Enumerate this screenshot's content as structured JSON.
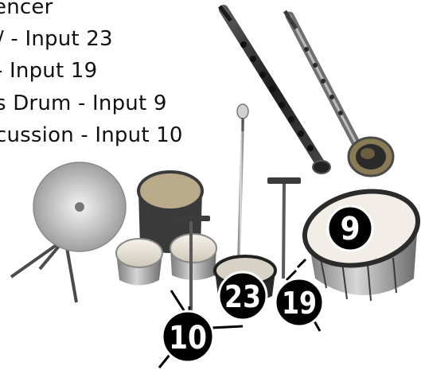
{
  "labels": [
    "encer",
    "/ - Input 23",
    " - Input 19",
    "s Drum - Input 9",
    "cussion - Input 10"
  ],
  "badges": {
    "bass_drum": "9",
    "percussion": "10",
    "mic_stand": "23",
    "stand_19": "19"
  },
  "colors": {
    "badge_fill": "#000000",
    "badge_ring": "#ffffff",
    "instrument_dark": "#2b2b2b",
    "metal": "#b9b9b9"
  },
  "icons": [
    "soprano-sax-icon",
    "clarinet-icon",
    "cymbal-icon",
    "bongos-icon",
    "djembe-icon",
    "bass-drum-icon",
    "microphone-stand-icon",
    "tom-drum-icon",
    "stand-icon"
  ]
}
